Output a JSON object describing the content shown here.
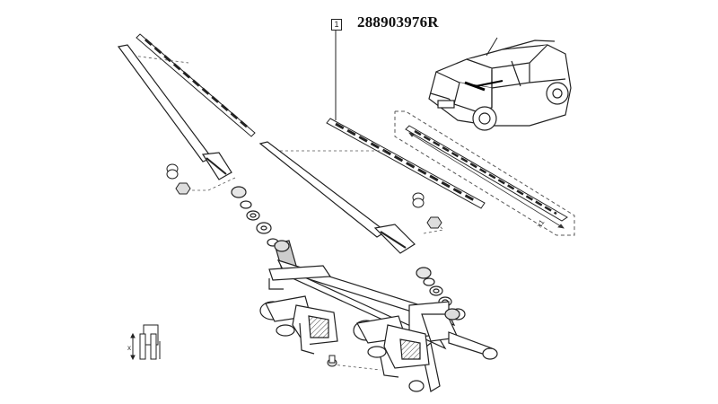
{
  "callout": {
    "index": "1",
    "part_number": "288903976R"
  },
  "dimension_labels": {
    "x1": "x1",
    "x": "x"
  },
  "colors": {
    "line": "#222222",
    "fill": "#ffffff",
    "shade": "#cfcfcf",
    "dashed": "#555555"
  }
}
